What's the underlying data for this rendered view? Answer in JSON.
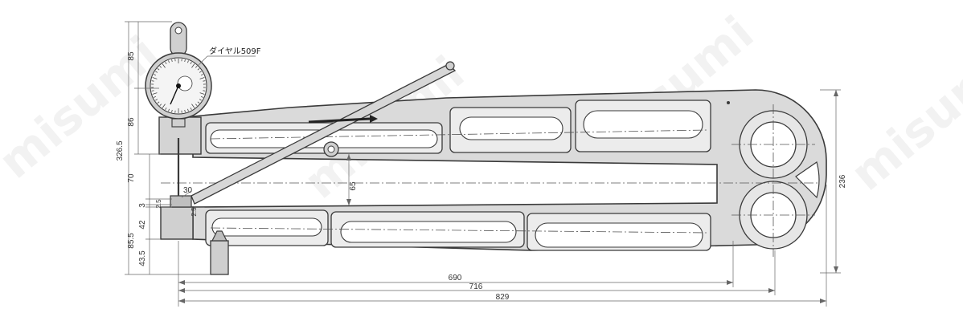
{
  "callout": {
    "dial_label": "ダイヤル509F"
  },
  "dimensions": {
    "left": [
      "85",
      "86",
      "326.5",
      "70",
      "3",
      "42",
      "85.5",
      "43.5"
    ],
    "small": [
      "2.5",
      "2.5",
      "30"
    ],
    "inner_height": "65",
    "right_height": "236",
    "bottom": [
      "690",
      "716",
      "829"
    ]
  },
  "watermark": "misumi",
  "colors": {
    "body_fill": "#dadada",
    "outline": "#3a3a3a",
    "dim_line": "#666666"
  }
}
